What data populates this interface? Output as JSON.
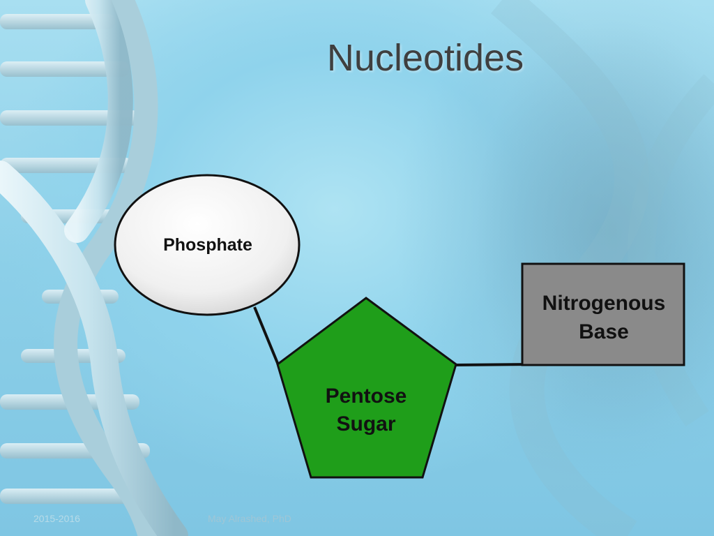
{
  "slide": {
    "title": "Nucleotides",
    "footer_left": "2015-2016",
    "footer_center": "May Alrashed, PhD"
  },
  "diagram": {
    "nodes": {
      "phosphate": {
        "label": "Phosphate",
        "shape": "ellipse",
        "fill": "#f4f4f4"
      },
      "sugar": {
        "label_line1": "Pentose",
        "label_line2": "Sugar",
        "shape": "pentagon",
        "fill": "#1f9e1a"
      },
      "base": {
        "label_line1": "Nitrogenous",
        "label_line2": "Base",
        "shape": "rectangle",
        "fill": "#8a8a8a"
      }
    },
    "edges": [
      {
        "from": "phosphate",
        "to": "sugar"
      },
      {
        "from": "sugar",
        "to": "base"
      }
    ]
  },
  "colors": {
    "title_text": "#3f3f3f",
    "background_light": "#aee3f3",
    "background_dark": "#7fc6e3",
    "outline": "#111111"
  }
}
